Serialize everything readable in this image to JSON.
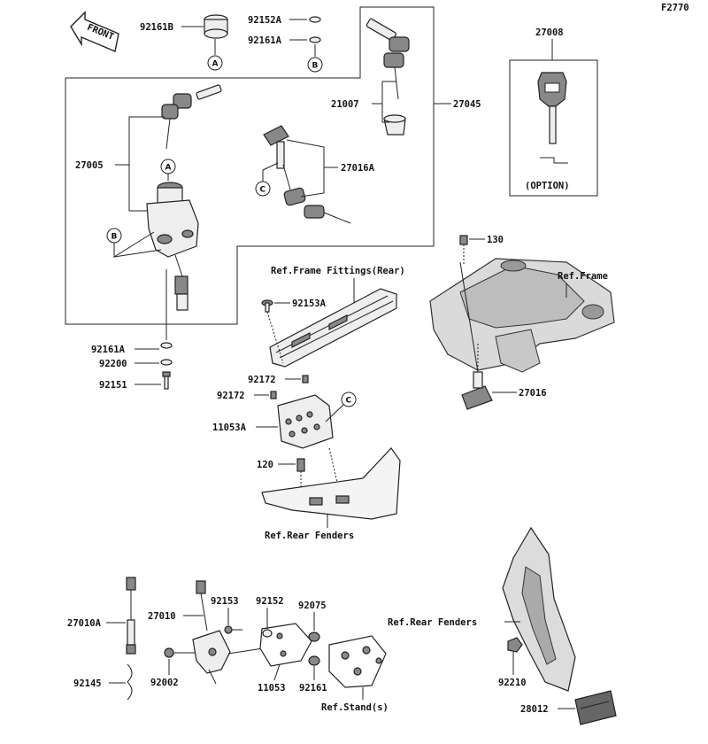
{
  "figure_code": "F2770",
  "front_arrow_text": "FRONT",
  "ref_labels": {
    "a": "A",
    "b": "B",
    "c": "C"
  },
  "parts": {
    "p92161B": "92161B",
    "p92152A": "92152A",
    "p92161A_top": "92161A",
    "p27008": "27008",
    "option": "(OPTION)",
    "p21007": "21007",
    "p27045": "27045",
    "p27005": "27005",
    "p27016A": "27016A",
    "p130": "130",
    "ref_frame_fittings": "Ref.Frame Fittings(Rear)",
    "ref_frame": "Ref.Frame",
    "p92153A": "92153A",
    "p92161A": "92161A",
    "p92200": "92200",
    "p92151": "92151",
    "p92172a": "92172",
    "p92172b": "92172",
    "p11053A": "11053A",
    "p27016": "27016",
    "p120": "120",
    "ref_rear_fenders_1": "Ref.Rear Fenders",
    "p27010A": "27010A",
    "p27010": "27010",
    "p92153": "92153",
    "p92152": "92152",
    "p92075": "92075",
    "ref_rear_fenders_2": "Ref.Rear Fenders",
    "p92145": "92145",
    "p92002": "92002",
    "p11053": "11053",
    "p92161": "92161",
    "ref_stand": "Ref.Stand(s)",
    "p92210": "92210",
    "p28012": "28012"
  }
}
